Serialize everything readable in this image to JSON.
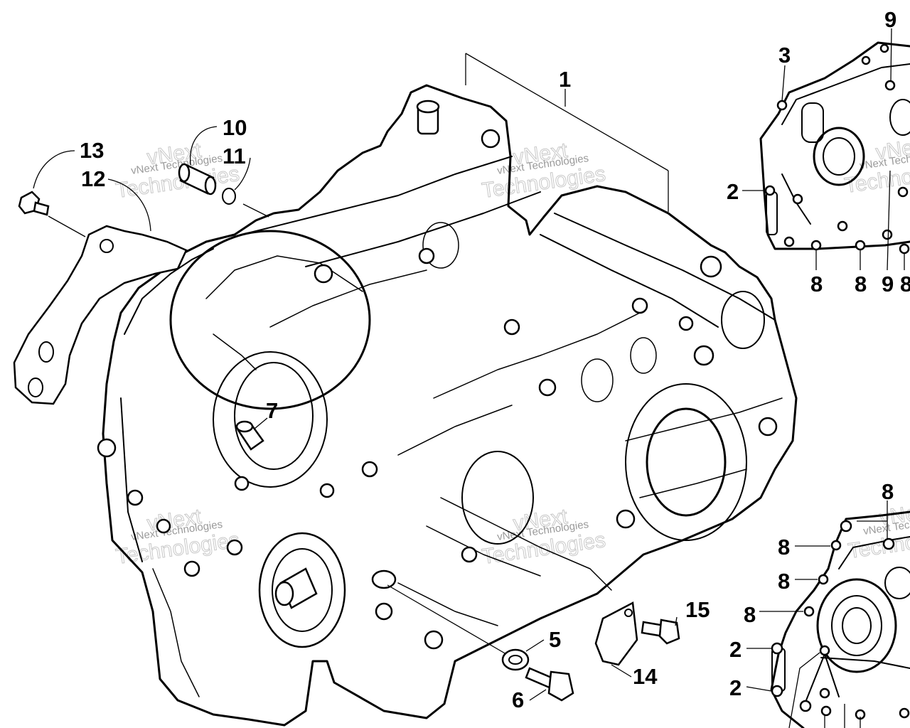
{
  "watermark": {
    "small": "vNext Technologies",
    "outline_top": "vNext",
    "outline_bottom": "Technologies"
  },
  "callouts": {
    "c1": "1",
    "c2": "2",
    "c3": "3",
    "c5": "5",
    "c6": "6",
    "c7": "7",
    "c8": "8",
    "c9": "9",
    "c10": "10",
    "c11": "11",
    "c12": "12",
    "c13": "13",
    "c14": "14",
    "c15": "15"
  }
}
